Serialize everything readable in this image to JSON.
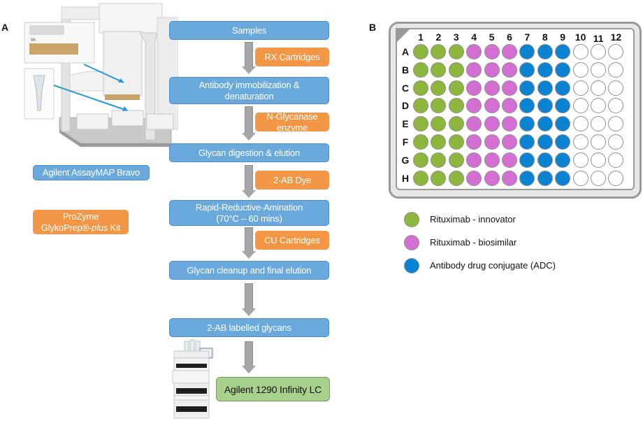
{
  "panels": {
    "a_label": "A",
    "b_label": "B"
  },
  "left_labels": {
    "instrument": "Agilent AssayMAP Bravo",
    "kit_line1": "ProZyme",
    "kit_line2_pre": "GlykoPrep®-",
    "kit_line2_italic": "plus",
    "kit_line2_post": " Kit"
  },
  "workflow": {
    "steps": [
      {
        "line1": "Samples",
        "line2": ""
      },
      {
        "line1": "Antibody immobilization &",
        "line2": "denaturation"
      },
      {
        "line1": "Glycan digestion & elution",
        "line2": ""
      },
      {
        "line1": "Rapid-Reductive-Amination",
        "line2": "(70°C – 60 mins)"
      },
      {
        "line1": "Glycan cleanup and final elution",
        "line2": ""
      },
      {
        "line1": "2-AB labelled glycans",
        "line2": ""
      }
    ],
    "reagents": [
      "RX Cartridges",
      "N-Glycanase enzyme",
      "2-AB Dye",
      "CU Cartridges"
    ],
    "final": "Agilent 1290 Infinity LC"
  },
  "plate": {
    "columns": [
      "1",
      "2",
      "3",
      "4",
      "5",
      "6",
      "7",
      "8",
      "9",
      "10",
      "11",
      "12"
    ],
    "rows": [
      "A",
      "B",
      "C",
      "D",
      "E",
      "F",
      "G",
      "H"
    ],
    "column_assignment": [
      "innovator",
      "innovator",
      "innovator",
      "biosimilar",
      "biosimilar",
      "biosimilar",
      "adc",
      "adc",
      "adc",
      "empty",
      "empty",
      "empty"
    ],
    "colors": {
      "innovator": "#8db63c",
      "biosimilar": "#d36fd3",
      "adc": "#0a83d3",
      "empty": "#ffffff"
    }
  },
  "legend": [
    {
      "key": "innovator",
      "label": "Rituximab - innovator",
      "color": "#8db63c"
    },
    {
      "key": "biosimilar",
      "label": "Rituximab - biosimilar",
      "color": "#d36fd3"
    },
    {
      "key": "adc",
      "label": "Antibody drug conjugate (ADC)",
      "color": "#0a83d3"
    }
  ]
}
